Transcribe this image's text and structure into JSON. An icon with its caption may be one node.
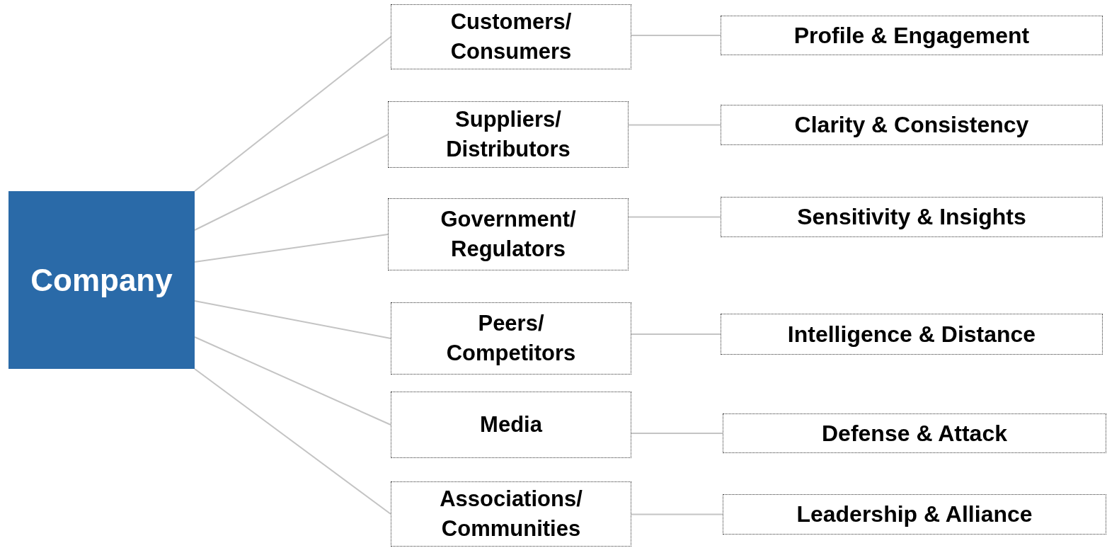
{
  "diagram": {
    "nodes": [
      {
        "text": [
          "Company"
        ]
      },
      {
        "text": [
          "Customers/ Consumers"
        ]
      },
      {
        "text": [
          "Suppliers/ Distributors"
        ]
      },
      {
        "text": [
          "Government/ Regulators"
        ]
      },
      {
        "text": [
          "Peers/ Competitors"
        ]
      },
      {
        "text": [
          "Media"
        ]
      },
      {
        "text": [
          "Associations/ Communities"
        ]
      },
      {
        "text": [
          "Profile & Engagement"
        ]
      },
      {
        "text": [
          "Clarity & Consistency"
        ]
      },
      {
        "text": [
          "Sensitivity & Insights"
        ]
      },
      {
        "text": [
          "Intelligence & Distance"
        ]
      },
      {
        "text": [
          "Defense & Attack"
        ]
      },
      {
        "text": [
          "Leadership & Alliance"
        ]
      }
    ],
    "edges": [
      {
        "from": 0,
        "to": 1,
        "arrow": "none"
      },
      {
        "from": 0,
        "to": 2,
        "arrow": "none"
      },
      {
        "from": 0,
        "to": 3,
        "arrow": "none"
      },
      {
        "from": 0,
        "to": 4,
        "arrow": "none"
      },
      {
        "from": 0,
        "to": 5,
        "arrow": "none"
      },
      {
        "from": 0,
        "to": 6,
        "arrow": "none"
      },
      {
        "from": 1,
        "to": 7,
        "arrow": "none"
      },
      {
        "from": 2,
        "to": 8,
        "arrow": "none"
      },
      {
        "from": 3,
        "to": 9,
        "arrow": "none"
      },
      {
        "from": 4,
        "to": 10,
        "arrow": "none"
      },
      {
        "from": 5,
        "to": 11,
        "arrow": "none"
      },
      {
        "from": 6,
        "to": 12,
        "arrow": "none"
      }
    ]
  }
}
